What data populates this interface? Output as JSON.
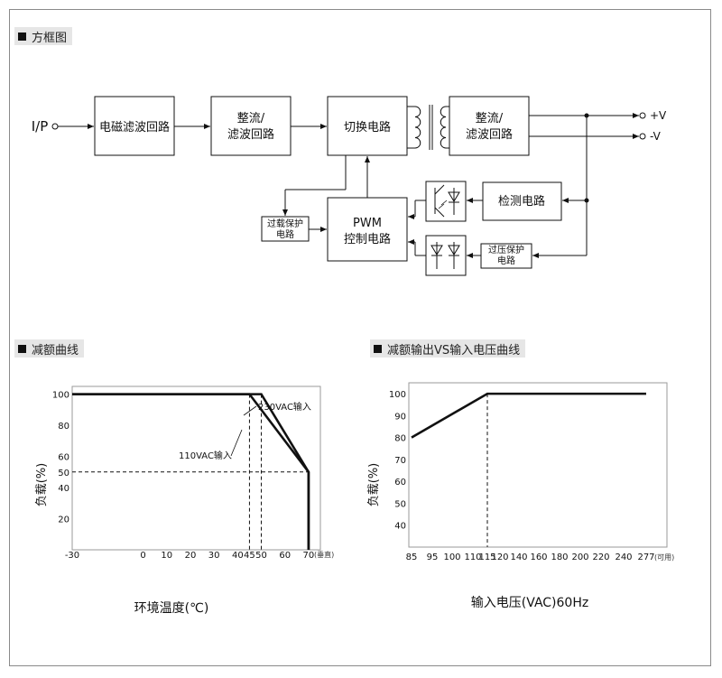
{
  "sections": {
    "block": "方框图",
    "derating": "减额曲线",
    "derating_vs": "减额输出VS输入电压曲线"
  },
  "block_diagram": {
    "input": "I/P",
    "emi": "电磁滤波回路",
    "rect1_l1": "整流/",
    "rect1_l2": "滤波回路",
    "switch": "切换电路",
    "rect2_l1": "整流/",
    "rect2_l2": "滤波回路",
    "out_pos": "+V",
    "out_neg": "-V",
    "detect": "检测电路",
    "pwm_l1": "PWM",
    "pwm_l2": "控制电路",
    "olp_l1": "过载保护",
    "olp_l2": "电路",
    "ovp_l1": "过压保护",
    "ovp_l2": "电路"
  },
  "chart_data": [
    {
      "type": "line",
      "xlabel": "环境温度(℃)",
      "ylabel": "负载(%)",
      "x_unit_note": "(垂直)",
      "x_ticks": [
        "-30",
        "0",
        "10",
        "20",
        "30",
        "40",
        "45",
        "50",
        "60",
        "70"
      ],
      "y_ticks": [
        "100",
        "80",
        "60",
        "50",
        "40",
        "20"
      ],
      "xlim": [
        -30,
        75
      ],
      "ylim": [
        0,
        105
      ],
      "series": [
        {
          "name": "230VAC输入",
          "x": [
            -30,
            50,
            70,
            70
          ],
          "y": [
            100,
            100,
            50,
            0
          ]
        },
        {
          "name": "110VAC输入",
          "x": [
            -30,
            45,
            70,
            70
          ],
          "y": [
            100,
            100,
            50,
            0
          ]
        }
      ],
      "reference_lines": {
        "y": 50,
        "x": [
          45,
          50
        ]
      }
    },
    {
      "type": "line",
      "xlabel": "输入电压(VAC)60Hz",
      "ylabel": "负载(%)",
      "x_unit_note": "(可用)",
      "x_ticks": [
        "85",
        "95",
        "100",
        "110",
        "115",
        "120",
        "140",
        "160",
        "180",
        "200",
        "220",
        "240",
        "277"
      ],
      "y_ticks": [
        "100",
        "90",
        "80",
        "70",
        "60",
        "50",
        "40"
      ],
      "ylim": [
        30,
        105
      ],
      "series": [
        {
          "x": [
            85,
            115,
            277
          ],
          "y": [
            80,
            100,
            100
          ]
        }
      ],
      "reference_lines": {
        "x": [
          115
        ]
      }
    }
  ]
}
